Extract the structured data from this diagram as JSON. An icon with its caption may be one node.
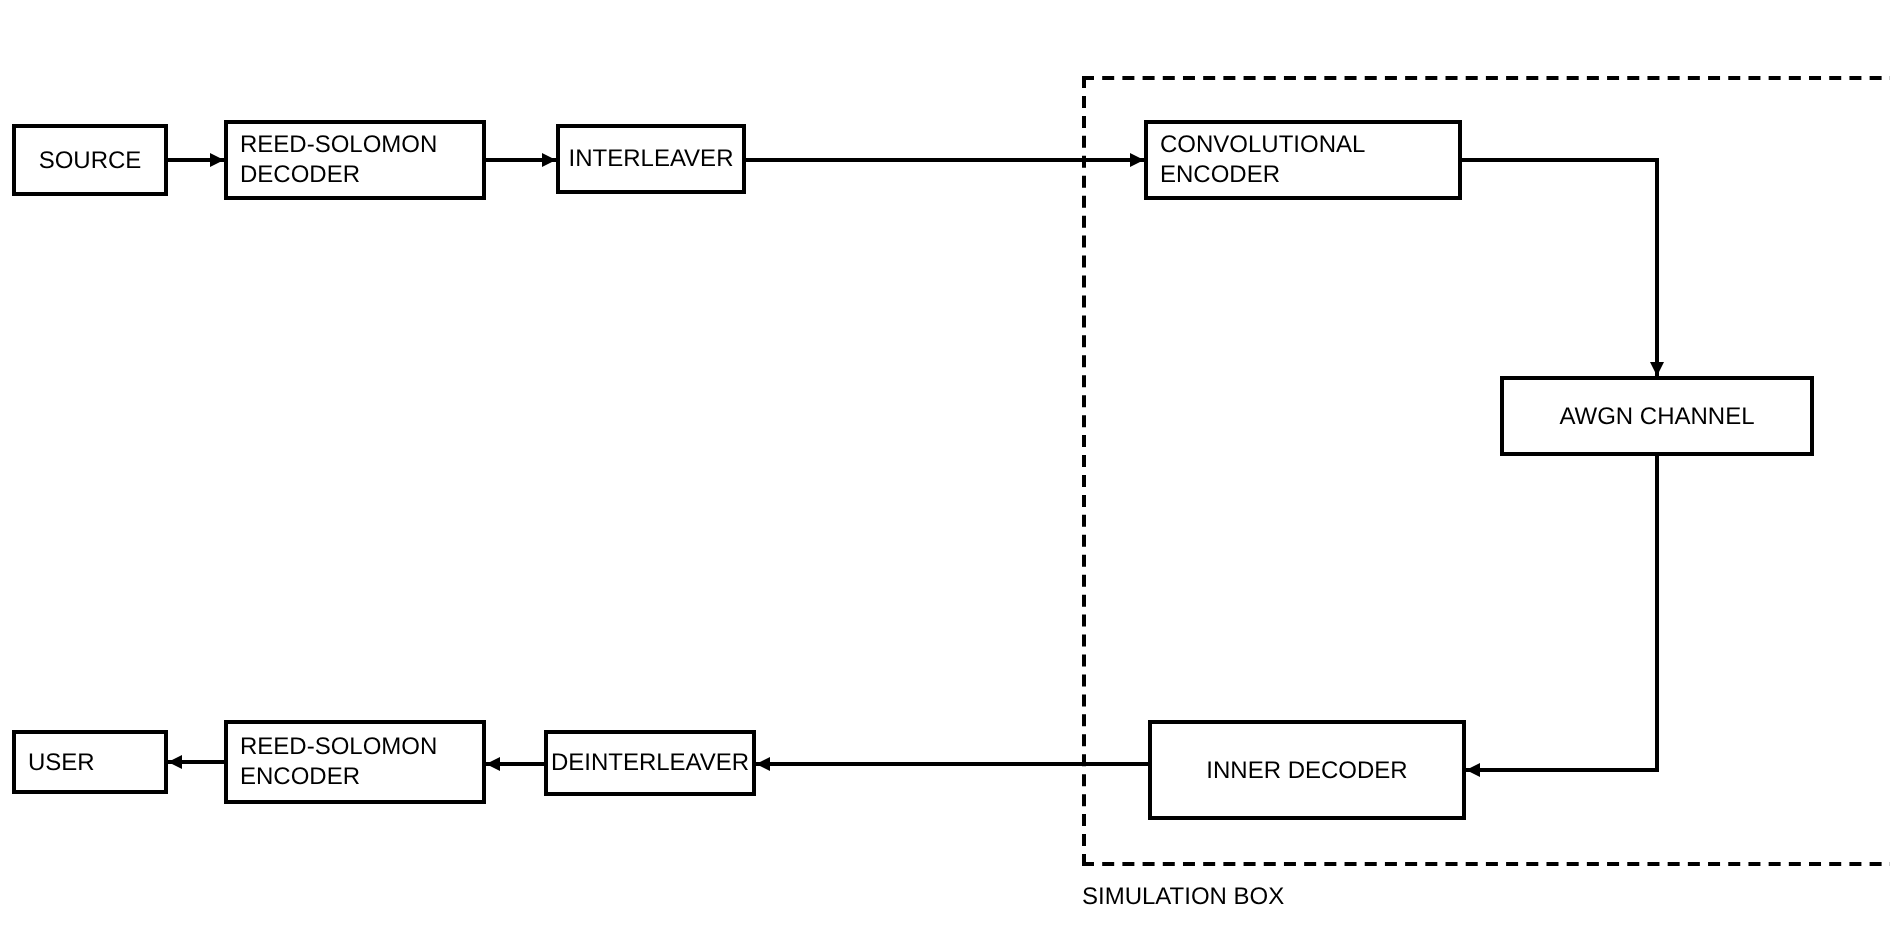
{
  "diagram": {
    "nodes": [
      {
        "text": [
          "SOURCE"
        ]
      },
      {
        "text": [
          "REED-SOLOMON DECODER"
        ]
      },
      {
        "text": [
          "INTERLEAVER"
        ]
      },
      {
        "text": [
          "SIMULATION BOX"
        ]
      },
      {
        "text": [
          "CONVOLUTIONAL ENCODER"
        ],
        "in": 3
      },
      {
        "text": [
          "AWGN CHANNEL"
        ],
        "in": 3
      },
      {
        "text": [
          "INNER DECODER"
        ],
        "in": 3
      },
      {
        "text": [
          "USER"
        ]
      },
      {
        "text": [
          "REED-SOLOMON ENCODER"
        ]
      },
      {
        "text": [
          "DEINTERLEAVER"
        ]
      }
    ],
    "edges": [
      {
        "from": 0,
        "to": 1,
        "arrow": "to"
      },
      {
        "from": 1,
        "to": 2,
        "arrow": "to"
      },
      {
        "from": 2,
        "to": 4,
        "arrow": "to"
      },
      {
        "from": 4,
        "to": 5,
        "arrow": "to"
      },
      {
        "from": 5,
        "to": 6,
        "arrow": "to"
      },
      {
        "from": 6,
        "to": 9,
        "arrow": "to"
      },
      {
        "from": 9,
        "to": 8,
        "arrow": "to"
      },
      {
        "from": 8,
        "to": 7,
        "arrow": "to"
      }
    ]
  }
}
